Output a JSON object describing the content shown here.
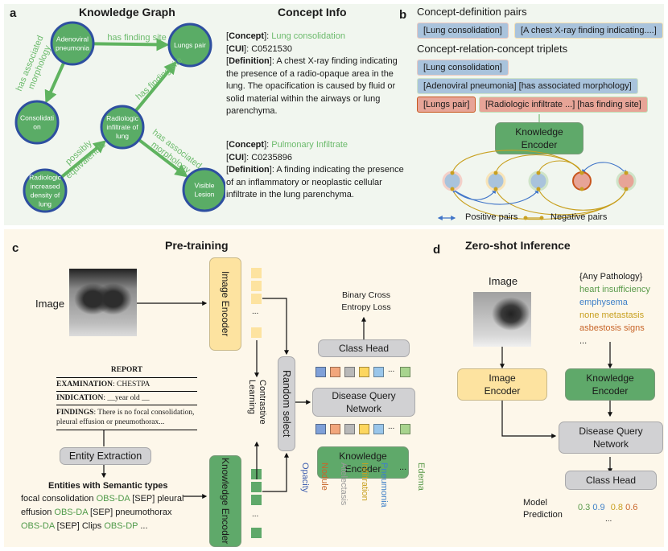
{
  "panel_a": {
    "letter": "a",
    "title": "Knowledge Graph",
    "nodes": [
      {
        "id": "adenoviral",
        "lines": [
          "Adenoviral",
          "pneumonia"
        ]
      },
      {
        "id": "lungs-pair",
        "lines": [
          "Lungs pair"
        ]
      },
      {
        "id": "consolidation",
        "lines": [
          "Consolidati",
          "on"
        ]
      },
      {
        "id": "radiologic-infiltrate",
        "lines": [
          "Radiologic",
          "infiltrate of",
          "lung"
        ]
      },
      {
        "id": "radiologic-increased",
        "lines": [
          "Radiologic",
          "increased",
          "density of",
          "lung"
        ]
      },
      {
        "id": "visible-lesion",
        "lines": [
          "Visible",
          "Lesion"
        ]
      }
    ],
    "edges": [
      {
        "from": "adenoviral",
        "to": "lungs-pair",
        "label": [
          "has finding site"
        ]
      },
      {
        "from": "adenoviral",
        "to": "consolidation",
        "label": [
          "has associated",
          "morphology"
        ]
      },
      {
        "from": "radiologic-infiltrate",
        "to": "lungs-pair",
        "label": [
          "has finding site"
        ]
      },
      {
        "from": "radiologic-increased",
        "to": "radiologic-infiltrate",
        "label": [
          "possibly",
          "equivalent to"
        ]
      },
      {
        "from": "radiologic-infiltrate",
        "to": "visible-lesion",
        "label": [
          "has associated",
          "morphology"
        ]
      }
    ],
    "colors": {
      "node_fill": "#5aac66",
      "node_stroke": "#2e4fa0",
      "edge": "#5fb35f",
      "edge_label": "#6dbb6d"
    }
  },
  "concept_info": {
    "title": "Concept Info",
    "entries": [
      {
        "concept_key": "Concept",
        "concept": "Lung consolidation",
        "cui_key": "CUI",
        "cui": "C0521530",
        "definition_key": "Definition",
        "definition": "A chest X-ray finding indicating the presence of a radio-opaque area in the lung. The opacification is caused by fluid or solid material within the airways or lung parenchyma."
      },
      {
        "concept_key": "Concept",
        "concept": "Pulmonary Infiltrate",
        "cui_key": "CUI",
        "cui": "C0235896",
        "definition_key": "Definition",
        "definition": "A finding indicating the presence of an inflammatory or neoplastic cellular infiltrate in the lung parenchyma."
      }
    ]
  },
  "panel_b": {
    "letter": "b",
    "pairs_heading": "Concept-definition pairs",
    "pair_chips": [
      "[Lung consolidation]",
      "[A chest X-ray finding indicating....]"
    ],
    "triplets_heading": "Concept-relation-concept triplets",
    "triplet_chips": {
      "row1": [
        "[Lung consolidation]"
      ],
      "row2": [
        "[Adenoviral  pneumonia]  [has associated morphology]"
      ],
      "row3": [
        "[Lungs pair]",
        "[Radiologic infiltrate ...] [has finding site]"
      ]
    },
    "encoder_label": [
      "Knowledge",
      "Encoder"
    ],
    "legend": {
      "positive": "Positive  pairs",
      "negative": "Negative pairs"
    },
    "colors": {
      "positive": "#3f74c8",
      "negative": "#c8a020",
      "chip_blue": "#a9c3dc",
      "chip_salmon": "#e7a497"
    }
  },
  "panel_c": {
    "letter": "c",
    "title": "Pre-training",
    "image_label": "Image",
    "image_encoder": "Image Encoder",
    "knowledge_encoder_vertical": "Knowledge Encoder",
    "contrastive_label": "Contrastive Learning",
    "random_select": "Random select",
    "loss_label": [
      "Binary Cross",
      "Entropy Loss"
    ],
    "class_head": "Class Head",
    "disease_query": [
      "Disease Query",
      "Network"
    ],
    "knowledge_encoder": [
      "Knowledge",
      "Encoder"
    ],
    "report": {
      "title": "REPORT",
      "examination_key": "EXAMINATION",
      "examination": ": CHESTPA",
      "indication_key": "INDICATION",
      "indication": ": __year old __",
      "findings_key": "FINDINGS",
      "findings": ": There is no focal consolidation, pleural effusion or pneumothorax..."
    },
    "entity_extraction": "Entity Extraction",
    "entities_heading": "Entities with Semantic types",
    "entities_lines": [
      [
        {
          "t": "focal consolidation  "
        },
        {
          "t": "OBS-DA",
          "g": true
        },
        {
          "t": " [SEP] pleural"
        }
      ],
      [
        {
          "t": "effusion  "
        },
        {
          "t": "OBS-DA",
          "g": true
        },
        {
          "t": " [SEP] pneumothorax"
        }
      ],
      [
        {
          "t": "OBS-DA",
          "g": true
        },
        {
          "t": " [SEP]  Clips "
        },
        {
          "t": "OBS-DP",
          "g": true
        },
        {
          "t": " ..."
        }
      ]
    ],
    "ellipsis": "...",
    "diseases": [
      {
        "name": "Opacity",
        "color": "#3f5fb0"
      },
      {
        "name": "Nodule",
        "color": "#c8662a"
      },
      {
        "name": "Atelectasis",
        "color": "#9a9a9a"
      },
      {
        "name": "Infiltration",
        "color": "#c8a020"
      },
      {
        "name": "Pneumonia",
        "color": "#3f80c8"
      },
      {
        "name": "...",
        "color": "#1a1a1a"
      },
      {
        "name": "Edema",
        "color": "#5a9a4a"
      }
    ],
    "query_colors": [
      "#7fa0d8",
      "#f2a67c",
      "#b8b8b8",
      "#fdd65e",
      "#9ac6ea",
      "#a8d48e"
    ]
  },
  "panel_d": {
    "letter": "d",
    "title": "Zero-shot Inference",
    "image_label": "Image",
    "pathology_heading": "{Any Pathology}",
    "pathologies": [
      {
        "name": "heart insufficiency",
        "color": "#5a9a4a"
      },
      {
        "name": "emphysema",
        "color": "#3f80c8"
      },
      {
        "name": "none metastasis",
        "color": "#c8a020"
      },
      {
        "name": "asbestosis  signs",
        "color": "#c8662a"
      },
      {
        "name": "...",
        "color": "#1a1a1a"
      }
    ],
    "image_encoder": [
      "Image",
      "Encoder"
    ],
    "knowledge_encoder": [
      "Knowledge",
      "Encoder"
    ],
    "disease_query": [
      "Disease Query",
      "Network"
    ],
    "class_head": "Class Head",
    "prediction_label": [
      "Model",
      "Prediction"
    ],
    "predictions": [
      {
        "value": "0.3",
        "color": "#5a9a4a"
      },
      {
        "value": "0.9",
        "color": "#3f80c8"
      },
      {
        "value": "0.8",
        "color": "#c8a020"
      },
      {
        "value": "0.6",
        "color": "#c8662a"
      }
    ],
    "predictions_more": "..."
  }
}
